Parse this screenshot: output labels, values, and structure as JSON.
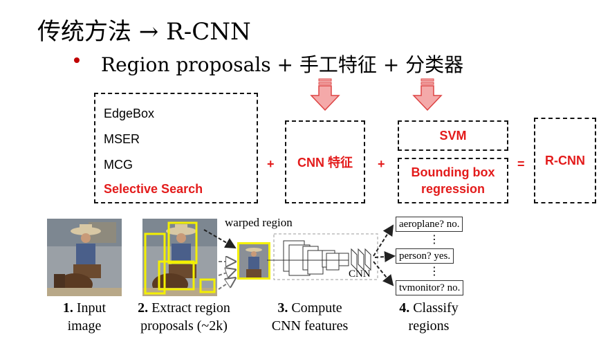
{
  "slide": {
    "title": "传统方法 → R-CNN",
    "bullet": "Region proposals + 手工特征 + 分类器"
  },
  "pipeline": {
    "proposal_methods": [
      "EdgeBox",
      "MSER",
      "MCG"
    ],
    "proposal_highlight": "Selective Search",
    "plus": "+",
    "equals": "=",
    "cnn_features": "CNN 特征",
    "svm": "SVM",
    "bbox_regression": "Bounding box regression",
    "result": "R-CNN",
    "arrow_color": "#f4a9a9"
  },
  "figure": {
    "warped_region": "warped region",
    "cnn": "CNN",
    "classes": [
      "aeroplane? no.",
      "person? yes.",
      "tvmonitor? no."
    ],
    "dots": "⋮",
    "steps": [
      {
        "num": "1.",
        "text1": "Input",
        "text2": "image"
      },
      {
        "num": "2.",
        "text1": "Extract region",
        "text2": "proposals (~2k)"
      },
      {
        "num": "3.",
        "text1": "Compute",
        "text2": "CNN features"
      },
      {
        "num": "4.",
        "text1": "Classify",
        "text2": "regions"
      }
    ]
  }
}
